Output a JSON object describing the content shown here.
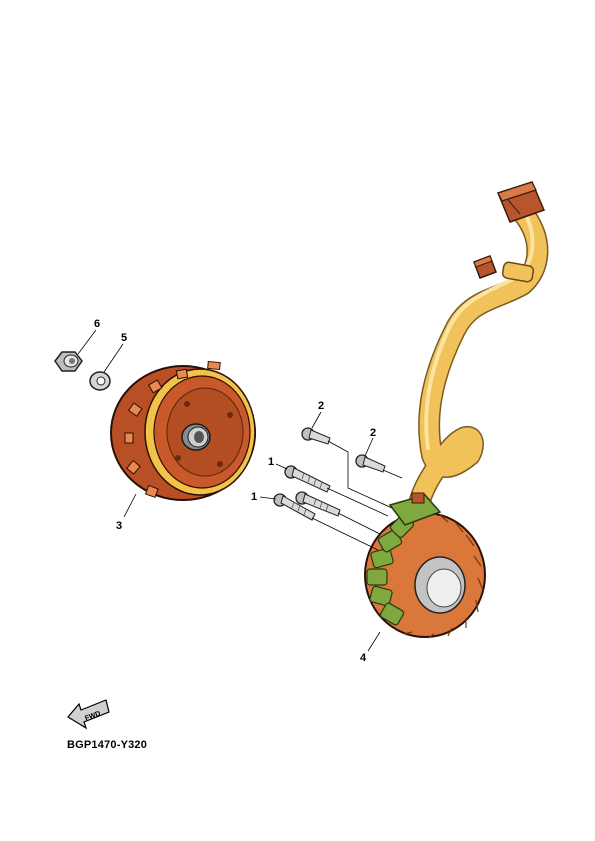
{
  "diagram_code": "BGP1470-Y320",
  "fwd_marker": {
    "label": "FWD"
  },
  "parts": [
    {
      "ref": "1",
      "name": "bolt"
    },
    {
      "ref": "2",
      "name": "bolt"
    },
    {
      "ref": "3",
      "name": "rotor-flywheel"
    },
    {
      "ref": "4",
      "name": "stator-assembly"
    },
    {
      "ref": "5",
      "name": "washer"
    },
    {
      "ref": "6",
      "name": "nut"
    }
  ],
  "colors": {
    "rotor": "#c9582b",
    "rotor_rim": "#f3c24a",
    "harness": "#f2c25a",
    "stator_core": "#7fa83f",
    "stator_winding": "#d9783a",
    "connector": "#b9552d",
    "hardware": "#c9c9c9"
  }
}
